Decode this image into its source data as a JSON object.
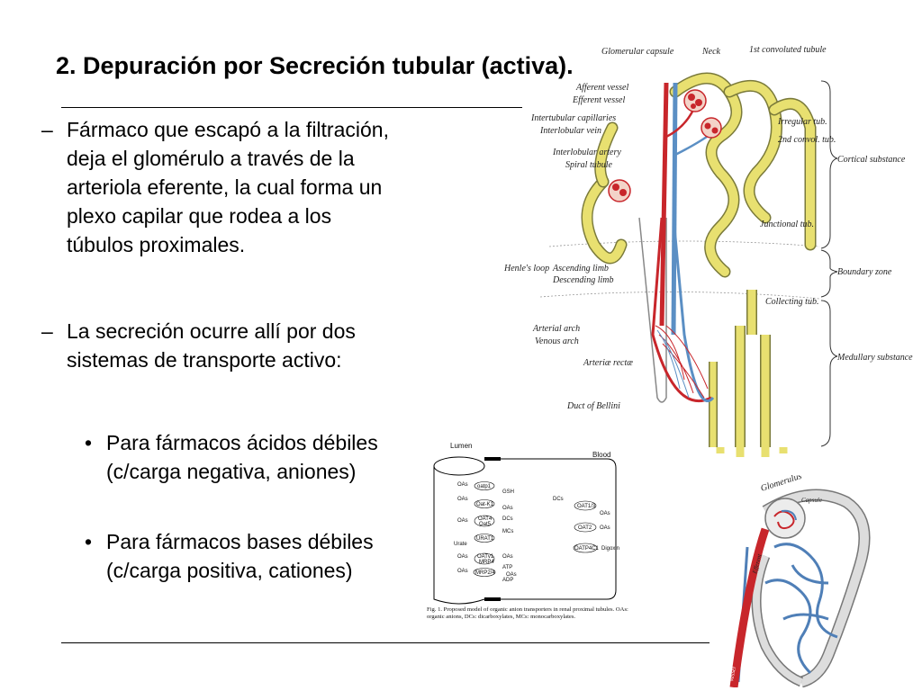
{
  "title": "2. Depuración por Secreción tubular (activa)",
  "title_end": ".",
  "bullets": [
    {
      "marker": "–",
      "text": "Fármaco que escapó a la filtración, deja el glomérulo a través de la arteriola eferente, la cual forma un plexo capilar que rodea a los túbulos proximales."
    },
    {
      "marker": "–",
      "text": "La secreción ocurre allí por dos sistemas de transporte activo:"
    }
  ],
  "sub_bullets": [
    {
      "marker": "•",
      "text": "Para fármacos ácidos débiles (c/carga negativa, aniones)"
    },
    {
      "marker": "•",
      "text": "Para fármacos bases débiles (c/carga positiva, cationes)"
    }
  ],
  "kidney_diagram": {
    "labels_top": [
      "Glomerular capsule",
      "Neck",
      "1st convoluted tubule"
    ],
    "labels_left": [
      "Afferent vessel",
      "Efferent vessel",
      "Intertubular capillaries",
      "Interlobular vein",
      "Interlobular artery",
      "Spiral tubule",
      "Henle's loop",
      "Ascending limb",
      "Descending limb",
      "Arterial arch",
      "Venous arch",
      "Arteriæ rectæ",
      "Duct of Bellini"
    ],
    "labels_right": [
      "Irregular tub.",
      "2nd convol. tub.",
      "Junctional tub.",
      "Collecting tub."
    ],
    "zones": [
      "Cortical substance",
      "Boundary zone",
      "Medullary substance"
    ]
  },
  "transporter_figure": {
    "lumen_label": "Lumen",
    "blood_label": "Blood",
    "apical": [
      {
        "left": "OAs",
        "transporter": "oatp1",
        "right": "GSH"
      },
      {
        "left": "OAs",
        "transporter": "Oat-K1",
        "right": "OAs"
      },
      {
        "left": "OAs",
        "transporter": "OAT4",
        "sub": "Oat5",
        "right": "DCs"
      },
      {
        "left": "",
        "transporter": "",
        "right": "MCs"
      },
      {
        "left": "Urate",
        "transporter": "URAT1",
        "right": ""
      },
      {
        "left": "OAs",
        "transporter": "OATv1",
        "sub": "MRP4",
        "right": "OAs"
      },
      {
        "left": "OAs",
        "transporter": "MRP2/4",
        "right": "OAs"
      },
      {
        "left": "",
        "transporter": "",
        "right": "ATP"
      },
      {
        "left": "",
        "transporter": "",
        "right": "ADP"
      }
    ],
    "basolateral": [
      {
        "left": "DCs",
        "transporter": "OAT1/3",
        "right": "OAs"
      },
      {
        "left": "",
        "transporter": "OAT2",
        "right": "OAs"
      },
      {
        "left": "",
        "transporter": "OATP4C1",
        "right": "Digoxin"
      }
    ],
    "caption": "Fig. 1.   Proposed model of organic anion transporters in renal proximal tubules. OAs: organic anions, DCs: dicarboxylates, MCs: monocarboxylates."
  },
  "glomerulus_image": {
    "labels": [
      "Glomerulus",
      "Capsule",
      "Efferent",
      "Afferent",
      "Vessel"
    ]
  },
  "colors": {
    "artery": "#c8262b",
    "vein": "#5b8fc4",
    "tubule": "#e8e070",
    "tubule_outline": "#7a7a3a",
    "text": "#000000"
  }
}
